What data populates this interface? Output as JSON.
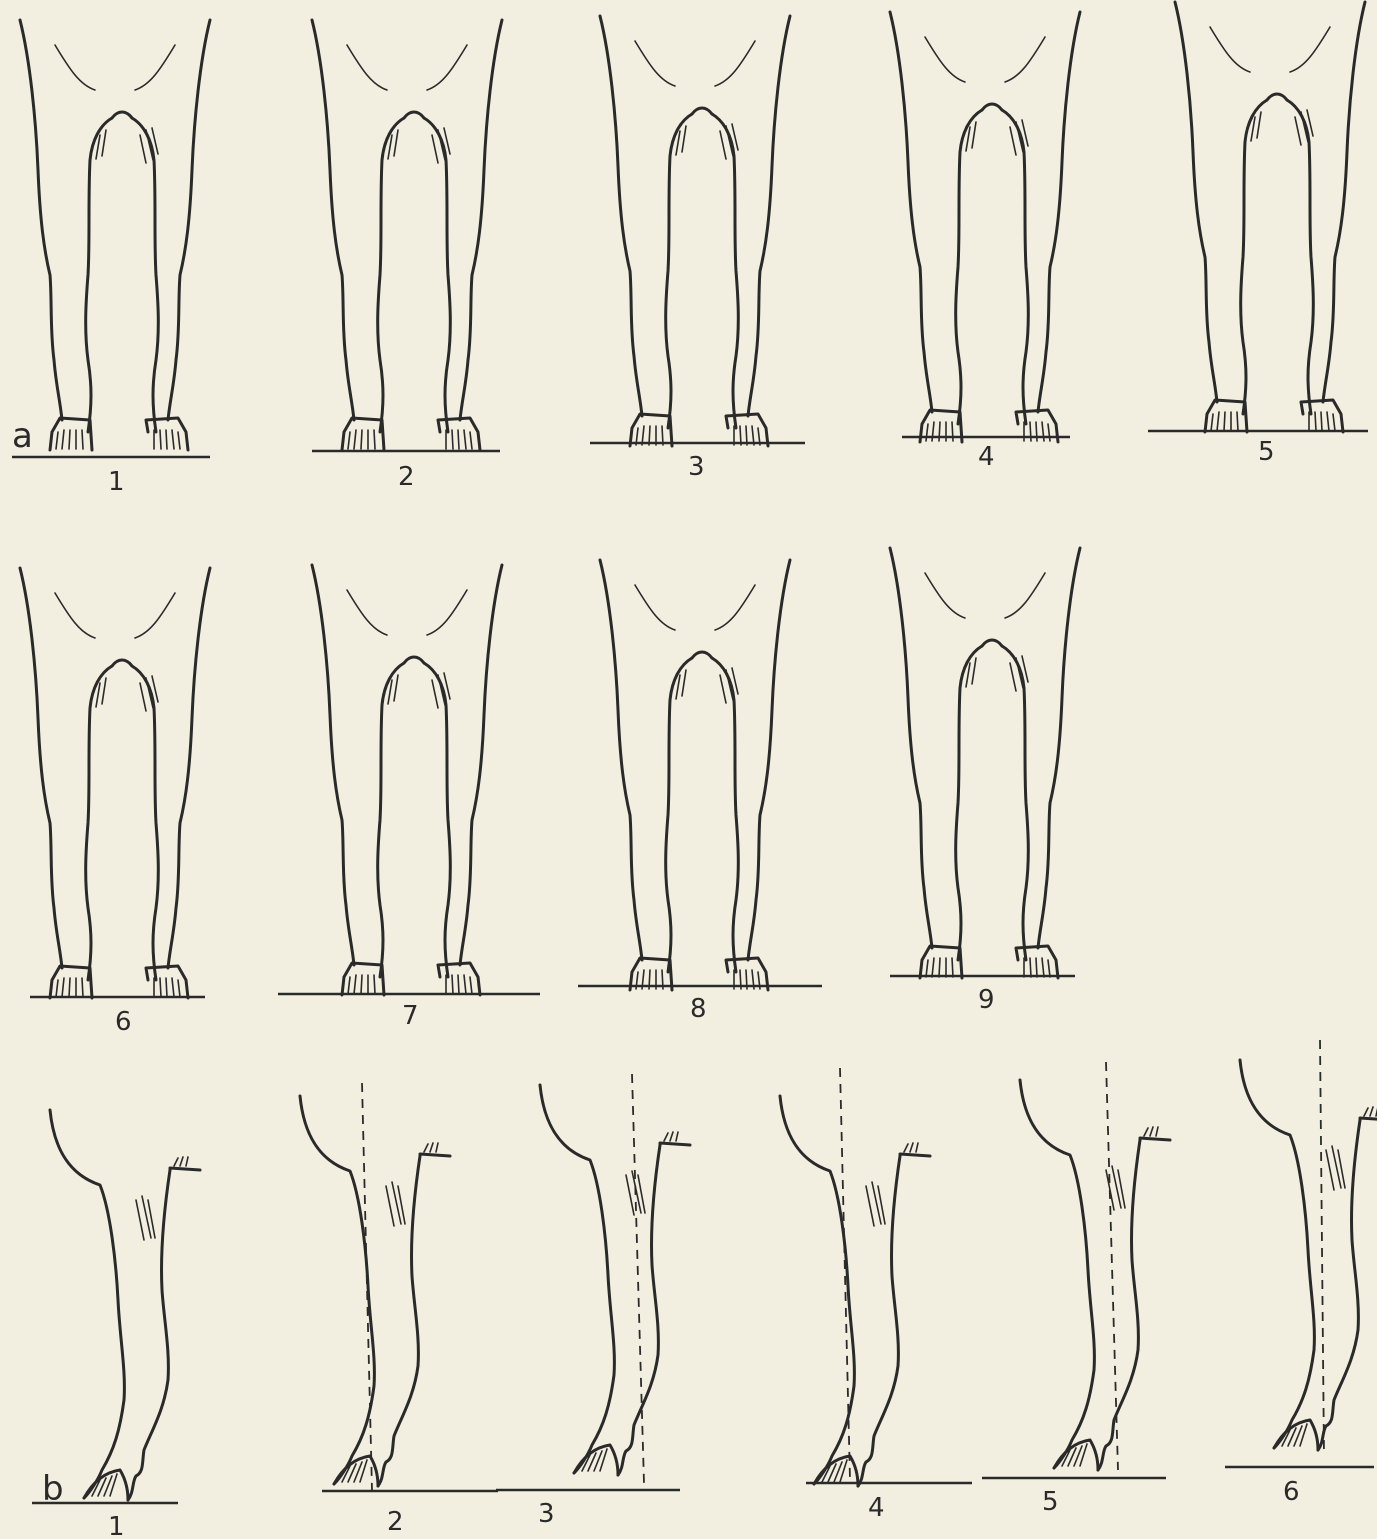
{
  "section_a": {
    "label": "a",
    "figures": [
      "1",
      "2",
      "3",
      "4",
      "5",
      "6",
      "7",
      "8",
      "9"
    ]
  },
  "section_b": {
    "label": "b",
    "figures": [
      "1",
      "2",
      "3",
      "4",
      "5",
      "6"
    ]
  },
  "colors": {
    "paper": "#f3efe0",
    "ink": "#2a2a2a"
  }
}
